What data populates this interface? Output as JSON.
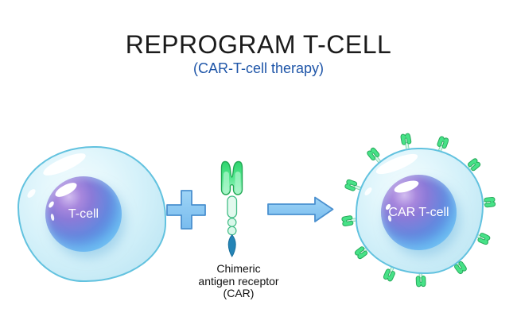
{
  "header": {
    "title": "REPROGRAM T-CELL",
    "subtitle": "(CAR-T-cell therapy)"
  },
  "illustration": {
    "t_cell": {
      "label": "T-cell"
    },
    "plus_icon": "+",
    "car_receptor": {
      "label": "Chimeric\nantigen receptor\n(CAR)"
    },
    "arrow_icon": "→",
    "car_t_cell": {
      "label": "CAR T-cell",
      "receptor_count": 12,
      "receptor_angles_deg": [
        -10,
        20,
        -39,
        51,
        -70,
        84,
        -99,
        114,
        -127,
        144,
        -156,
        178
      ]
    },
    "colors": {
      "title_text": "#1b1b1b",
      "subtitle_text": "#1e55a8",
      "cell_membrane": "#62c2df",
      "cell_cytoplasm": "#d9f2fa",
      "nucleus_purple": "#9b7ad6",
      "nucleus_blue": "#4f9de8",
      "receptor_green": "#47e287",
      "receptor_green_border": "#28a95c",
      "receptor_stem_teal": "#2484b6",
      "plus_arrow_fill": "#86c4f0",
      "plus_arrow_border": "#4a90cf"
    }
  }
}
